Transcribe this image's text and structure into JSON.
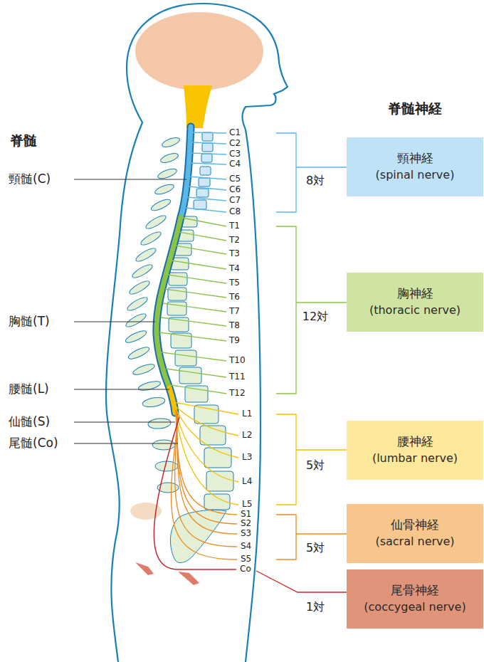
{
  "diagram": {
    "nodes": [
      {
        "text": [
          "頸神経",
          "(spinal nerve)"
        ]
      },
      {
        "text": [
          "胸神経",
          "(thoracic nerve)"
        ]
      },
      {
        "text": [
          "腰神経",
          "(lumbar nerve)"
        ]
      },
      {
        "text": [
          "仙骨神経",
          "(sacral nerve)"
        ]
      },
      {
        "text": [
          "尾骨神経",
          "(coccygeal nerve)"
        ]
      }
    ],
    "labels": [
      "脊髄",
      "頸髄(C)",
      "胸髄(T)",
      "腰髄(L)",
      "仙髄(S)",
      "尾髄(Co)",
      "脊髄神経",
      "C1",
      "C2",
      "C3",
      "C4",
      "C5",
      "C6",
      "C7",
      "C8",
      "T1",
      "T2",
      "T3",
      "T4",
      "T5",
      "T6",
      "T7",
      "T8",
      "T9",
      "T10",
      "T11",
      "T12",
      "L1",
      "L2",
      "L3",
      "L4",
      "L5",
      "S1",
      "S2",
      "S3",
      "S4",
      "S5",
      "Co",
      "8対",
      "12対",
      "5対",
      "5対",
      "1対"
    ]
  }
}
